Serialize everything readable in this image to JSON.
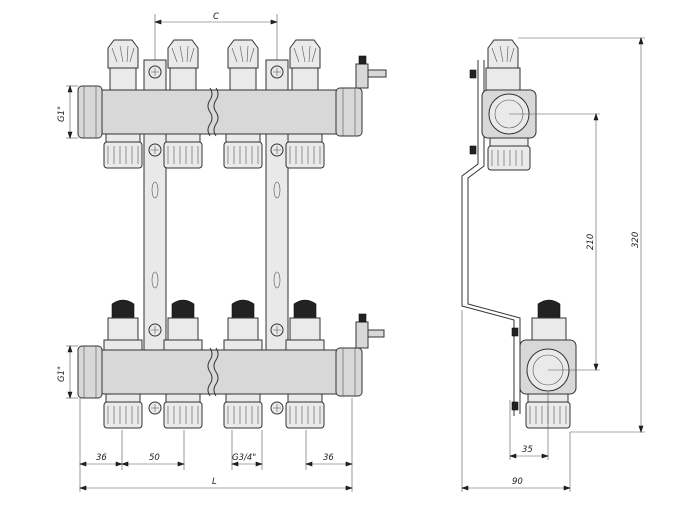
{
  "dimensions": {
    "c_label": "C",
    "g1_top_label": "G1\"",
    "g1_bottom_label": "G1\"",
    "dim_36_left": "36",
    "dim_50": "50",
    "g34_label": "G3/4\"",
    "dim_36_right": "36",
    "l_label": "L",
    "dim_210": "210",
    "dim_320": "320",
    "dim_35": "35",
    "dim_90": "90"
  }
}
